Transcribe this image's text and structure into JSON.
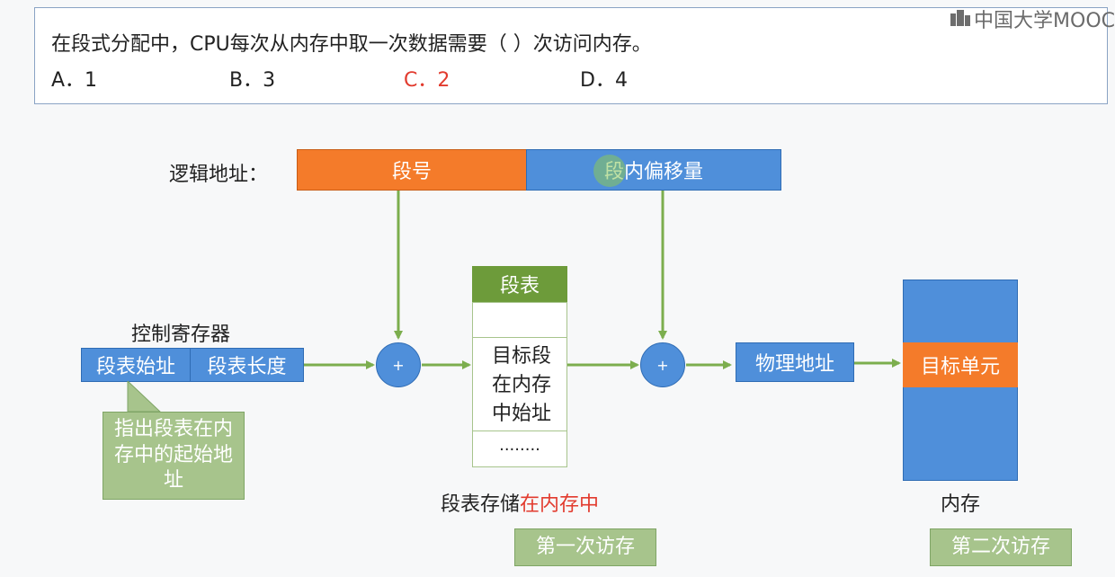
{
  "question": {
    "text": "在段式分配中，CPU每次从内存中取一次数据需要（     ）次访问内存。",
    "options": [
      {
        "label": "A．1",
        "color": "#222222"
      },
      {
        "label": "B．3",
        "color": "#222222"
      },
      {
        "label": "C．2",
        "color": "#e23b2e"
      },
      {
        "label": "D．4",
        "color": "#222222"
      }
    ]
  },
  "logo": {
    "text": "中国大学MOOC"
  },
  "diagram": {
    "logical_address_label": "逻辑地址：",
    "segment_number": "段号",
    "segment_offset": "段内偏移量",
    "control_register_label": "控制寄存器",
    "segment_table_start": "段表始址",
    "segment_table_length": "段表长度",
    "note_register": "指出段表在内存中的起始地址",
    "plus_symbol": "+",
    "segment_table": {
      "header": "段表",
      "row_entry": "目标段在内存中始址",
      "row_dots": "........"
    },
    "segment_table_caption_prefix": "段表存储",
    "segment_table_caption_highlight": "在内存中",
    "first_access": "第一次访存",
    "physical_address": "物理地址",
    "target_unit": "目标单元",
    "memory_label": "内存",
    "second_access": "第二次访存"
  },
  "colors": {
    "orange": "#f47b2a",
    "blue": "#4f8fda",
    "green_header": "#6d9b3a",
    "note_green": "#a7c48c",
    "arrow_green": "#7cae4e",
    "highlight_red": "#e23b2e"
  }
}
